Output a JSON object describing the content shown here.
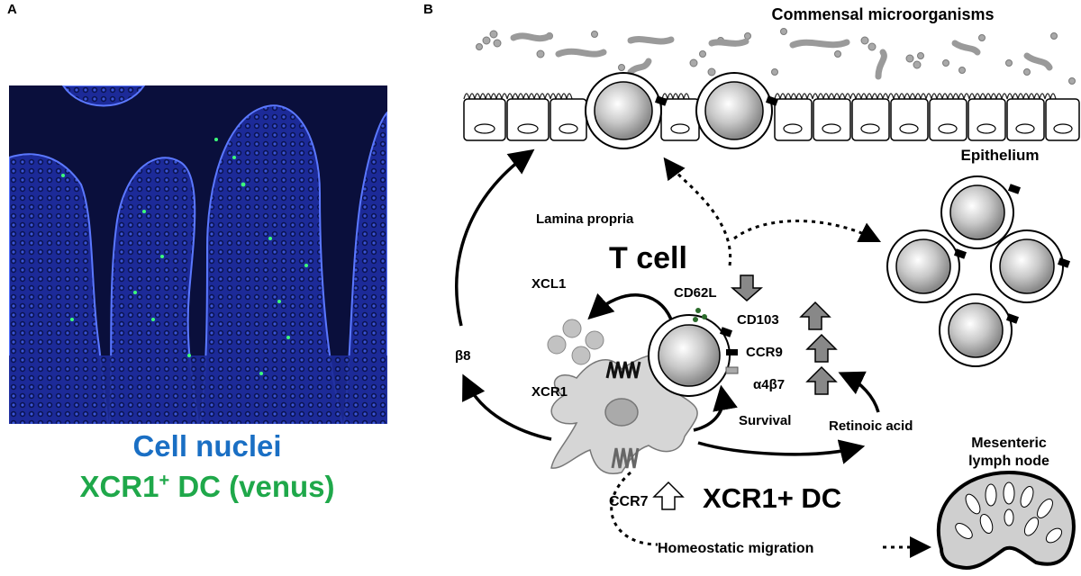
{
  "panel_a": {
    "label": "A",
    "legend": {
      "nuclei": "Cell nuclei",
      "xcr1_prefix": "XCR1",
      "xcr1_superscript": "+",
      "xcr1_suffix": " DC (venus)"
    },
    "colors": {
      "nuclei": "#1a6fc4",
      "xcr1": "#1fa84a",
      "tissue": "#1c2fa8",
      "background": "#0a0f3c"
    }
  },
  "panel_b": {
    "label": "B",
    "labels": {
      "commensal": "Commensal microorganisms",
      "epithelium": "Epithelium",
      "lamina_propria": "Lamina propria",
      "t_cell": "T cell",
      "xcl1": "XCL1",
      "cd62l": "CD62L",
      "cd103": "CD103",
      "ccr9": "CCR9",
      "a4b7": "α4β7",
      "beta8": "β8",
      "xcr1": "XCR1",
      "survival": "Survival",
      "retinoic_acid": "Retinoic acid",
      "mesenteric_line1": "Mesenteric",
      "mesenteric_line2": "lymph node",
      "ccr7": "CCR7",
      "xcr1_dc": "XCR1+ DC",
      "homeostatic": "Homeostatic migration"
    }
  }
}
